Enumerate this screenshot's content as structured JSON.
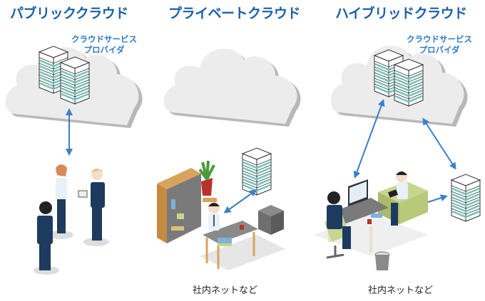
{
  "panels": [
    {
      "id": "public",
      "title": "パブリッククラウド",
      "provider_line1": "クラウドサービス",
      "provider_line2": "プロバイダ",
      "caption": ""
    },
    {
      "id": "private",
      "title": "プライベートクラウド",
      "caption": "社内ネットなど"
    },
    {
      "id": "hybrid",
      "title": "ハイブリッドクラウド",
      "provider_line1": "クラウドサービス",
      "provider_line2": "プロバイダ",
      "caption": "社内ネットなど"
    }
  ],
  "colors": {
    "title": "#1a5fa8",
    "provider": "#2b7ac8",
    "arrow": "#3a7fc8",
    "cloud": "#ececec",
    "cloud_shadow": "#b8b8b8",
    "server_stripe": "#6cc4bc"
  }
}
